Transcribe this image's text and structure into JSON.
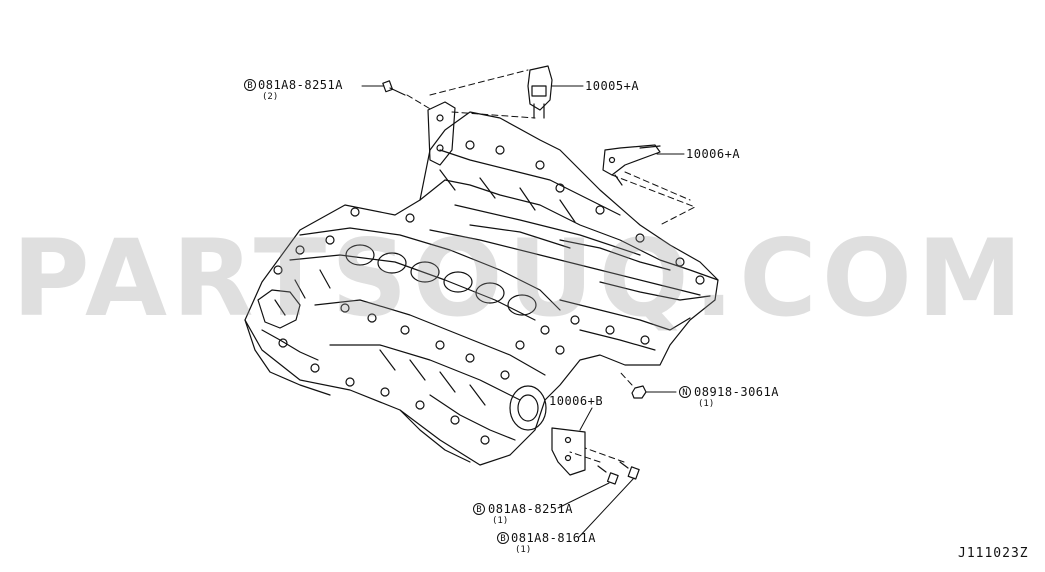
{
  "diagram": {
    "id": "J111023Z",
    "watermark": "PARTSOUQ.COM",
    "callouts": [
      {
        "part": "081A8-8251A",
        "prefix": "B",
        "qty": "(2)"
      },
      {
        "part": "10005+A"
      },
      {
        "part": "10006+A"
      },
      {
        "part": "08918-3061A",
        "prefix": "N",
        "qty": "(1)"
      },
      {
        "part": "10006+B"
      },
      {
        "part": "081A8-8251A",
        "prefix": "B",
        "qty": "(1)"
      },
      {
        "part": "081A8-8161A",
        "prefix": "B",
        "qty": "(1)"
      }
    ]
  }
}
